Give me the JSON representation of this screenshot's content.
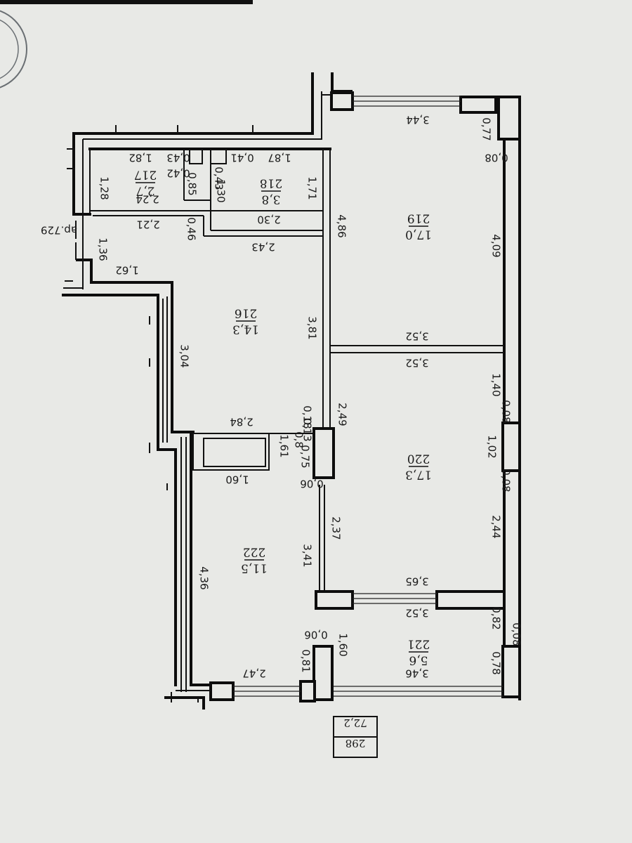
{
  "plan": {
    "apartment_label": "ар.729",
    "total": {
      "number": "298",
      "area": "72,2"
    },
    "rooms": [
      {
        "id": "room-219",
        "number": "219",
        "area": "17,0"
      },
      {
        "id": "room-220",
        "number": "220",
        "area": "17,3"
      },
      {
        "id": "room-221",
        "number": "221",
        "area": "5,6"
      },
      {
        "id": "room-222",
        "number": "222",
        "area": "11,5"
      },
      {
        "id": "room-216",
        "number": "216",
        "area": "14,3"
      },
      {
        "id": "room-218",
        "number": "218",
        "area": "3,8"
      },
      {
        "id": "room-217",
        "number": "217",
        "area": "2,7"
      }
    ],
    "dimensions": [
      "3,44",
      "0,77",
      "0,08",
      "1,87",
      "0,41",
      "0,43",
      "1,82",
      "1,28",
      "1,71",
      "0,43",
      "1,30",
      "0,85",
      "0,42",
      "2,24",
      "2,30",
      "2,21",
      "0,46",
      "4,86",
      "4,09",
      "2,43",
      "1,36",
      "1,62",
      "3,81",
      "3,52",
      "3,52",
      "3,04",
      "1,40",
      "0,08",
      "2,49",
      "2,84",
      "0,18",
      "0,13",
      "0,8",
      "0,75",
      "1,61",
      "1,02",
      "0,08",
      "1,60",
      "0,06",
      "2,37",
      "2,44",
      "3,41",
      "3,65",
      "4,36",
      "3,52",
      "0,82",
      "0,06",
      "0,08",
      "1,60",
      "0,81",
      "3,46",
      "0,78",
      "2,47"
    ]
  }
}
